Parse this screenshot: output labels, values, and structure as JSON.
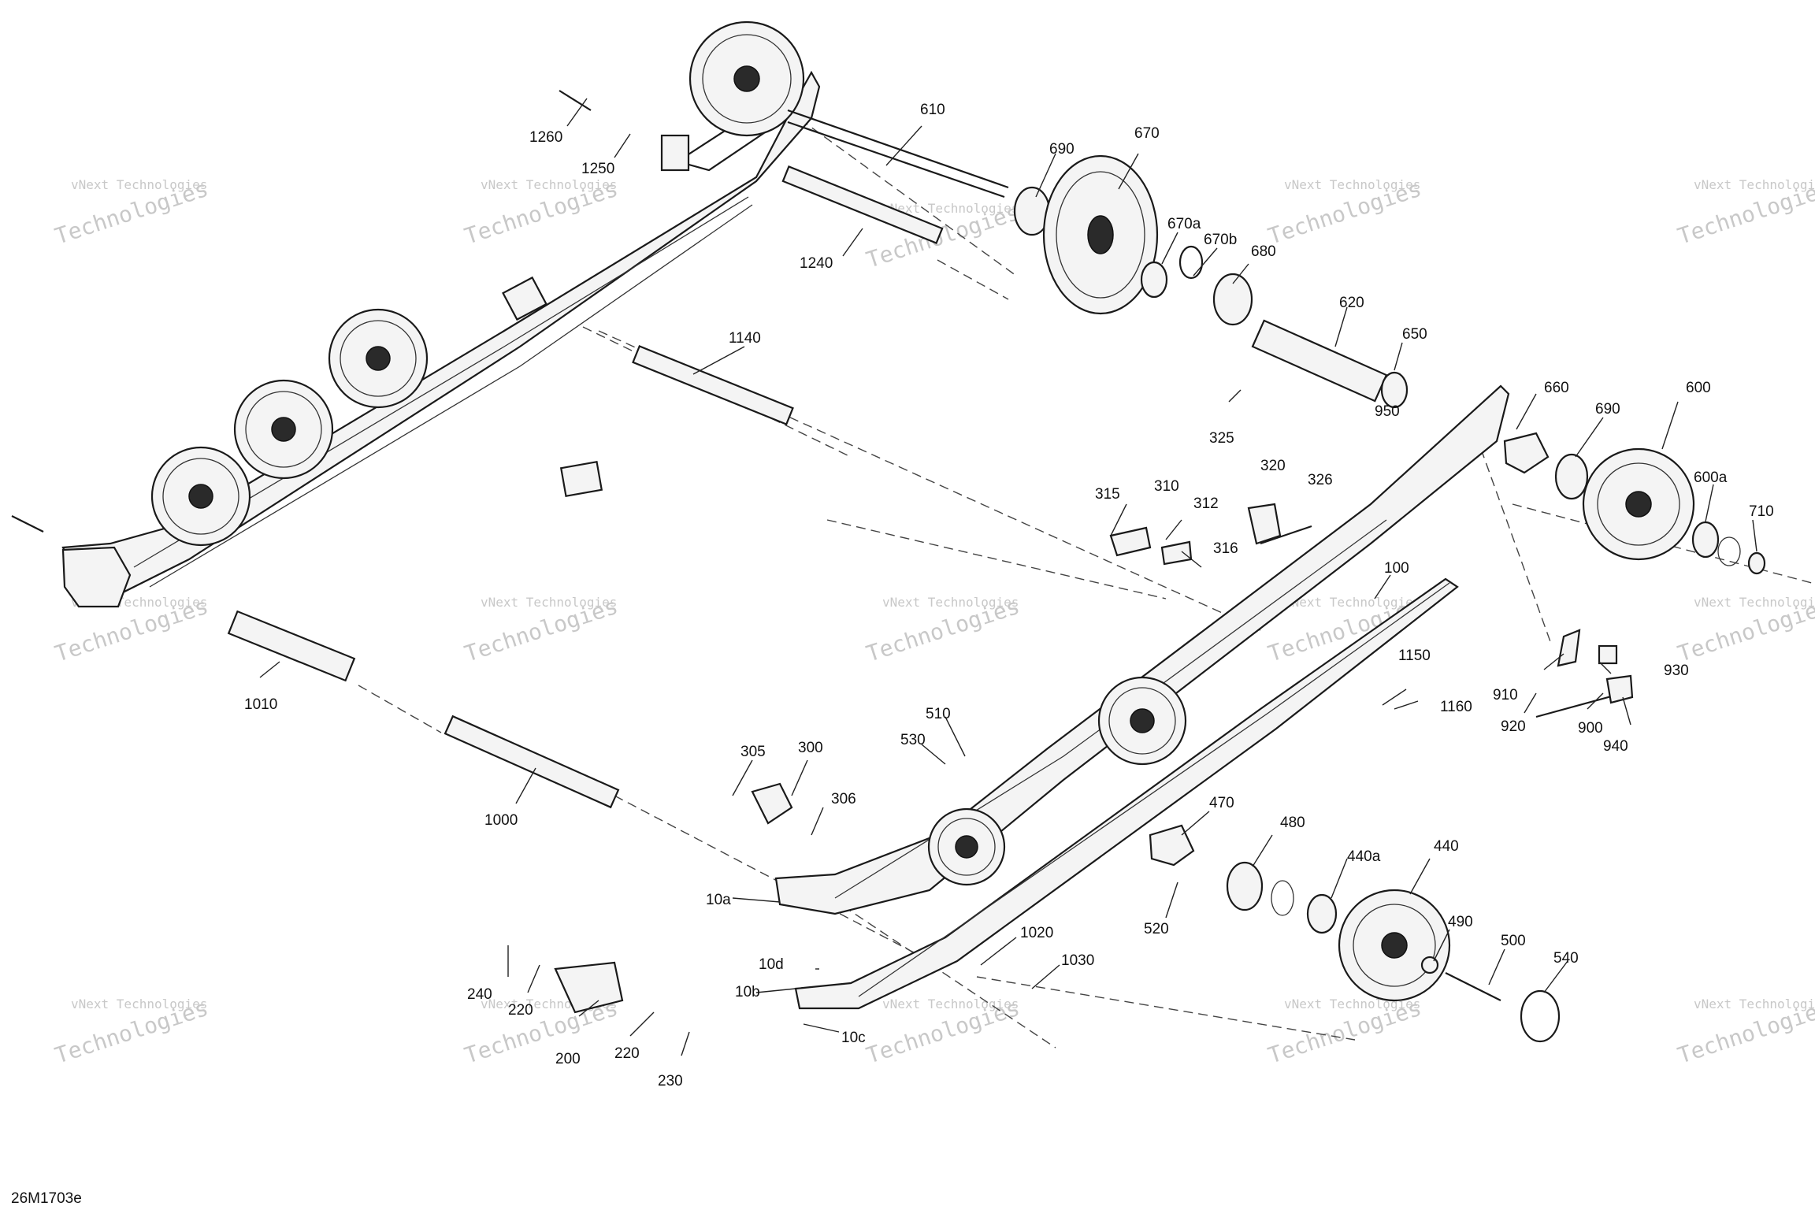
{
  "diagram_code": "26M1703e",
  "watermark": {
    "line1": "vNext Technologies",
    "line2": "Technologies"
  },
  "labels": [
    {
      "id": "1260",
      "text": "1260"
    },
    {
      "id": "1250",
      "text": "1250"
    },
    {
      "id": "610",
      "text": "610"
    },
    {
      "id": "690a",
      "text": "690"
    },
    {
      "id": "670",
      "text": "670"
    },
    {
      "id": "670a",
      "text": "670a"
    },
    {
      "id": "670b",
      "text": "670b"
    },
    {
      "id": "680",
      "text": "680"
    },
    {
      "id": "1240",
      "text": "1240"
    },
    {
      "id": "620",
      "text": "620"
    },
    {
      "id": "650",
      "text": "650"
    },
    {
      "id": "1140",
      "text": "1140"
    },
    {
      "id": "325",
      "text": "325"
    },
    {
      "id": "320",
      "text": "320"
    },
    {
      "id": "326",
      "text": "326"
    },
    {
      "id": "950",
      "text": "950"
    },
    {
      "id": "660",
      "text": "660"
    },
    {
      "id": "690b",
      "text": "690"
    },
    {
      "id": "600",
      "text": "600"
    },
    {
      "id": "600a",
      "text": "600a"
    },
    {
      "id": "710",
      "text": "710"
    },
    {
      "id": "315",
      "text": "315"
    },
    {
      "id": "310",
      "text": "310"
    },
    {
      "id": "312",
      "text": "312"
    },
    {
      "id": "316",
      "text": "316"
    },
    {
      "id": "100",
      "text": "100"
    },
    {
      "id": "1150",
      "text": "1150"
    },
    {
      "id": "1160",
      "text": "1160"
    },
    {
      "id": "910",
      "text": "910"
    },
    {
      "id": "930",
      "text": "930"
    },
    {
      "id": "920",
      "text": "920"
    },
    {
      "id": "900",
      "text": "900"
    },
    {
      "id": "940",
      "text": "940"
    },
    {
      "id": "1010",
      "text": "1010"
    },
    {
      "id": "510",
      "text": "510"
    },
    {
      "id": "530",
      "text": "530"
    },
    {
      "id": "305",
      "text": "305"
    },
    {
      "id": "300",
      "text": "300"
    },
    {
      "id": "306",
      "text": "306"
    },
    {
      "id": "1000",
      "text": "1000"
    },
    {
      "id": "470",
      "text": "470"
    },
    {
      "id": "480",
      "text": "480"
    },
    {
      "id": "440a",
      "text": "440a"
    },
    {
      "id": "440",
      "text": "440"
    },
    {
      "id": "10a",
      "text": "10a"
    },
    {
      "id": "520",
      "text": "520"
    },
    {
      "id": "490",
      "text": "490"
    },
    {
      "id": "500",
      "text": "500"
    },
    {
      "id": "540",
      "text": "540"
    },
    {
      "id": "1020",
      "text": "1020"
    },
    {
      "id": "1030",
      "text": "1030"
    },
    {
      "id": "10d",
      "text": "10d"
    },
    {
      "id": "10b",
      "text": "10b"
    },
    {
      "id": "10c",
      "text": "10c"
    },
    {
      "id": "240",
      "text": "240"
    },
    {
      "id": "220a",
      "text": "220"
    },
    {
      "id": "200",
      "text": "200"
    },
    {
      "id": "220b",
      "text": "220"
    },
    {
      "id": "230",
      "text": "230"
    }
  ]
}
